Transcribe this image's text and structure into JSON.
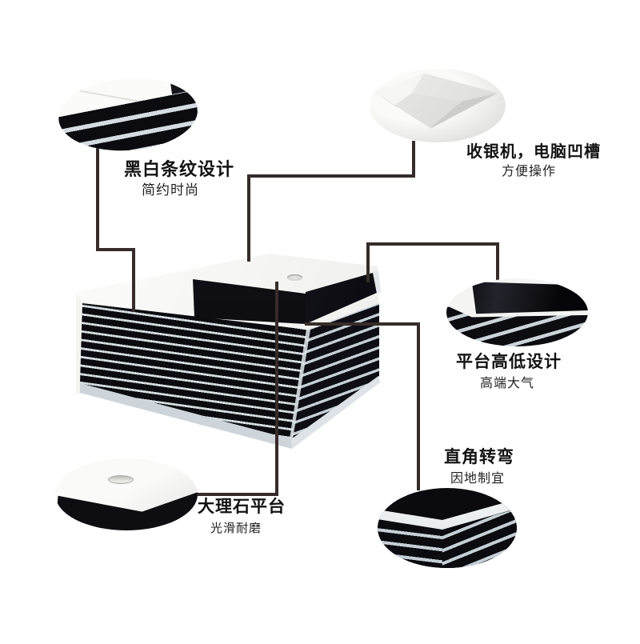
{
  "page": {
    "background": "#ffffff",
    "description": "annotated product feature image of a black-and-white striped L-shaped reception counter"
  },
  "callouts": [
    {
      "id": "stripes",
      "title": "黑白条纹设计",
      "subtitle": "简约时尚"
    },
    {
      "id": "register-groove",
      "title": "收银机，电脑凹槽",
      "subtitle": "方便操作"
    },
    {
      "id": "platform-levels",
      "title": "平台高低设计",
      "subtitle": "高端大气"
    },
    {
      "id": "right-angle",
      "title": "直角转弯",
      "subtitle": "因地制宜"
    },
    {
      "id": "marble-top",
      "title": "大理石平台",
      "subtitle": "光滑耐磨"
    }
  ],
  "colors": {
    "stripe_black": "#0b0b10",
    "stripe_gap": "#d3dbdf",
    "leader_line": "#362c29",
    "text": "#121212",
    "background": "#ffffff"
  }
}
